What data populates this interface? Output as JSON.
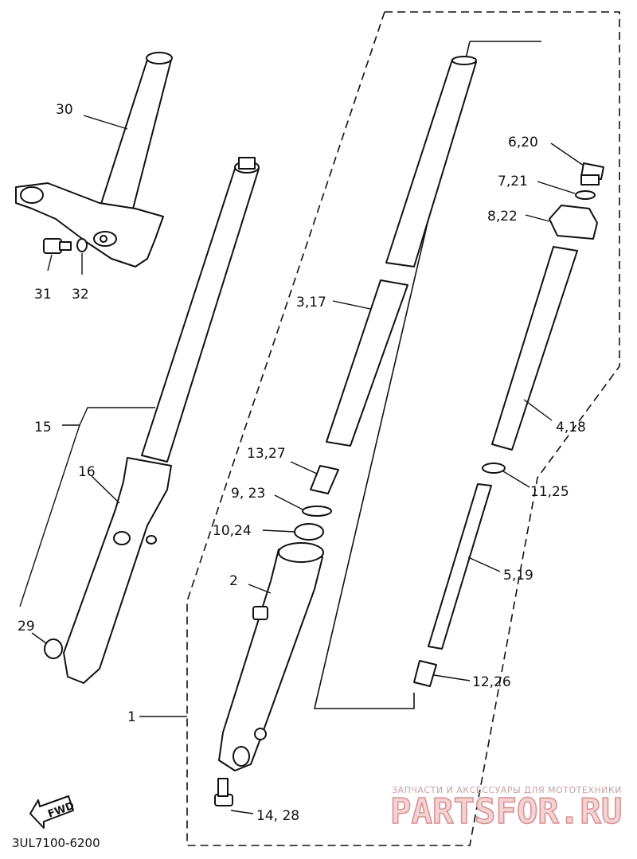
{
  "labels": {
    "l30": "30",
    "l31": "31",
    "l32": "32",
    "l15": "15",
    "l16": "16",
    "l29": "29",
    "l1": "1",
    "l2": "2",
    "l14_28": "14, 28",
    "l3_17": "3,17",
    "l13_27": "13,27",
    "l9_23": "9, 23",
    "l10_24": "10,24",
    "l6_20": "6,20",
    "l7_21": "7,21",
    "l8_22": "8,22",
    "l4_18": "4,18",
    "l11_25": "11,25",
    "l5_19": "5,19",
    "l12_26": "12,26"
  },
  "diagram_code": "3UL7100-6200",
  "fwd_label": "FWD",
  "watermark": {
    "tagline": "ЗАПЧАСТИ И АКСЕССУАРЫ ДЛЯ МОТОТЕХНИКИ",
    "brand": "PARTSFOR.RU"
  }
}
